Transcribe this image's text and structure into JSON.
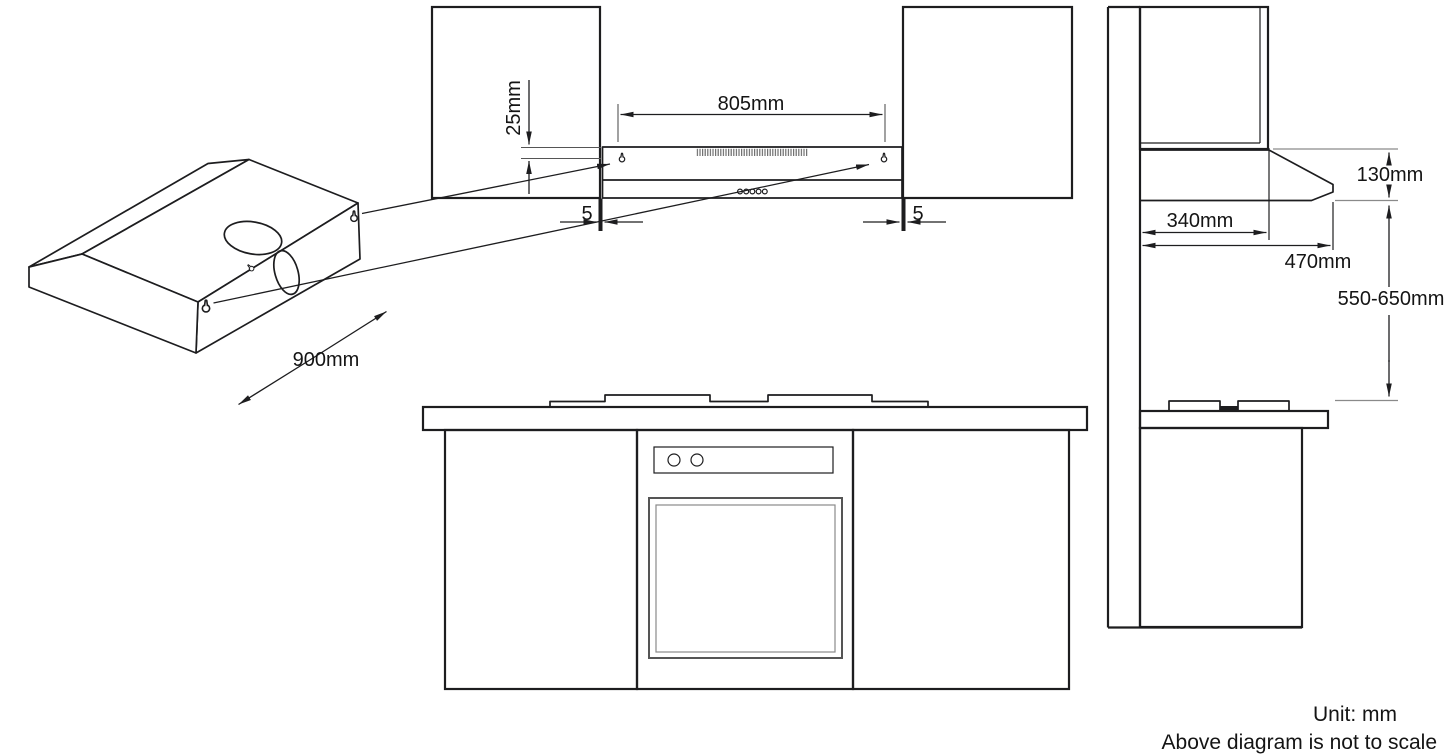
{
  "notes": {
    "unit": "Unit: mm",
    "scale_disclaimer": "Above diagram is not to scale"
  },
  "views": {
    "isometric": {
      "description": "cooker hood 3d view",
      "dims": {
        "width": "900mm"
      }
    },
    "front": {
      "description": "installation front view between cabinets",
      "dims": {
        "top_to_holes": "25mm",
        "hole_span": "805mm",
        "gap_left": "5",
        "gap_right": "5"
      }
    },
    "side": {
      "description": "installation side view",
      "dims": {
        "hood_front_height": "130mm",
        "cabinet_depth": "340mm",
        "hood_depth": "470mm",
        "clearance_to_hob": "550-650mm"
      }
    }
  },
  "colors": {
    "line": "#1d1d1f",
    "text": "#141414",
    "hatch": "#6e6e6e",
    "witness": "#8a8a8a"
  }
}
